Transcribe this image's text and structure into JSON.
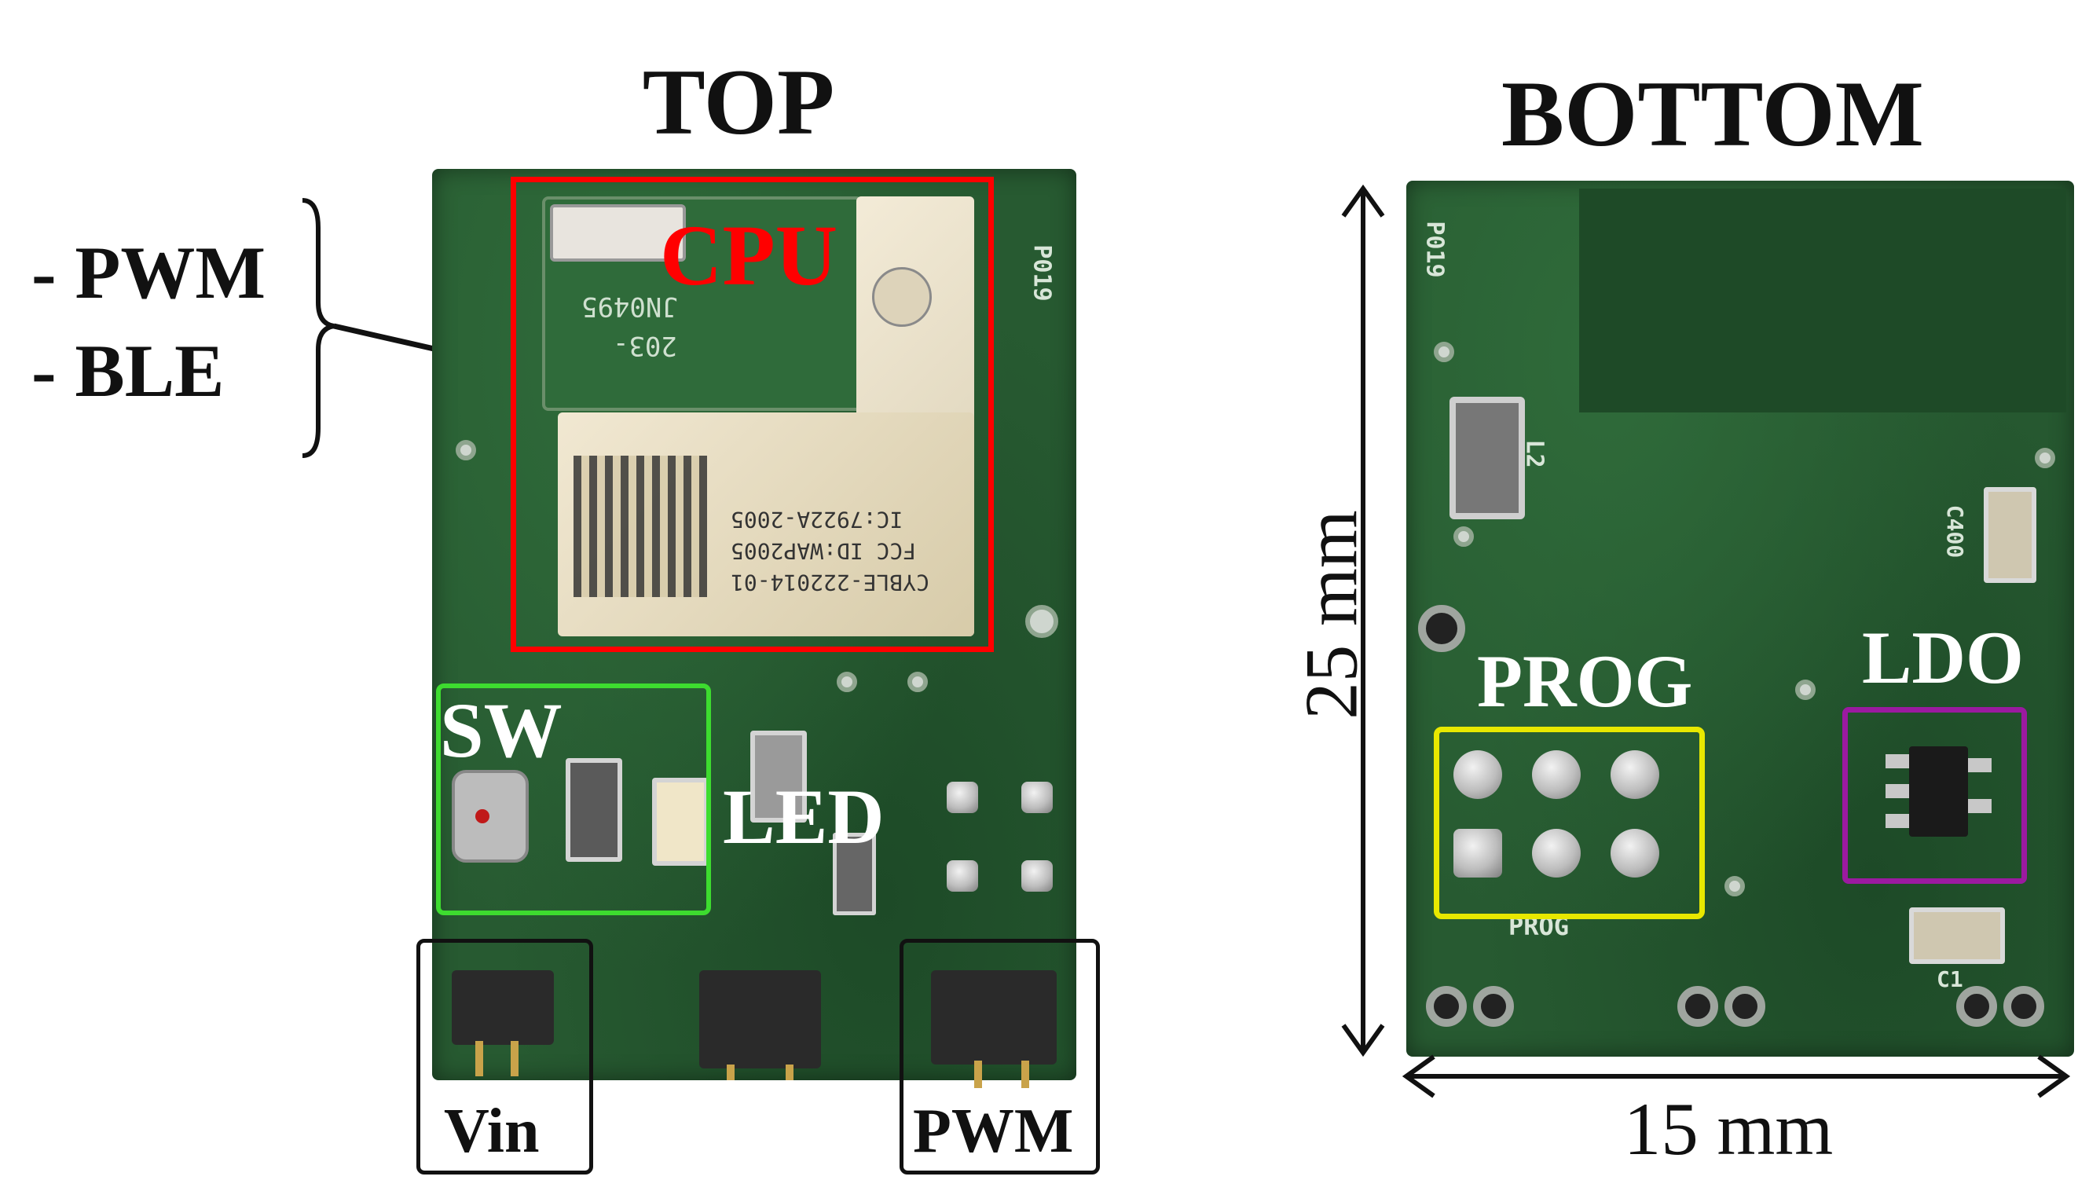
{
  "titles": {
    "top": "TOP",
    "bottom": "BOTTOM"
  },
  "side_list": {
    "item1": "- PWM",
    "item2": "- BLE"
  },
  "labels": {
    "cpu": "CPU",
    "sw": "SW",
    "led": "LED",
    "vin": "Vin",
    "pwm": "PWM",
    "prog": "PROG",
    "ldo": "LDO"
  },
  "dimensions": {
    "height": "25 mm",
    "width": "15 mm"
  },
  "module_text": {
    "line1": "CYBLE-222014-01",
    "line2": "FCC ID:WAP2005",
    "line3": "IC:7922A-2005",
    "marking1": "203-",
    "marking2": "JN0495"
  },
  "silkscreen": {
    "top_rev": "P019",
    "bottom_rev": "P019",
    "l2": "L2",
    "c400": "C400",
    "prog": "PROG",
    "c1": "C1"
  },
  "colors": {
    "cpu_box": "#ff0000",
    "sw_box": "#3ddc2f",
    "prog_box": "#e8e800",
    "ldo_box": "#9b1aa0",
    "connector_box": "#111111",
    "pcb_green": "#275a31"
  }
}
